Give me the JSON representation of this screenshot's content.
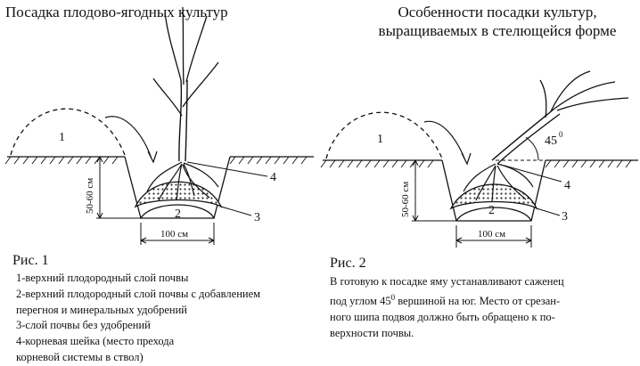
{
  "left_title": "Посадка плодово-ягодных культур",
  "right_title": {
    "line1": "Особенности посадки культур,",
    "line2": "выращиваемых в стелющейся форме"
  },
  "figure1": {
    "label": "Рис. 1",
    "depth_label": "50-60 см",
    "width_label": "100 см",
    "numbers": [
      "1",
      "2",
      "3",
      "4"
    ]
  },
  "figure2": {
    "label": "Рис. 2",
    "depth_label": "50-60 см",
    "width_label": "100 см",
    "angle_value": "45",
    "angle_unit": "0",
    "numbers": [
      "1",
      "2",
      "3",
      "4"
    ]
  },
  "legend": [
    "1-верхний плодородный слой почвы",
    "2-верхний плодородный слой почвы с добавлением",
    "перегноя и минеральных удобрений",
    "3-слой почвы без удобрений",
    "4-корневая шейка (место прехода",
    "корневой системы в ствол)"
  ],
  "description": {
    "line1": "В готовую к посадке яму устанавливают саженец",
    "line2_before": "под углом 45",
    "line2_sup": "0",
    "line2_after": " вершиной на юг. Место от срезан-",
    "line3": "ного шипа подвоя должно быть обращено к по-",
    "line4": "верхности почвы."
  }
}
